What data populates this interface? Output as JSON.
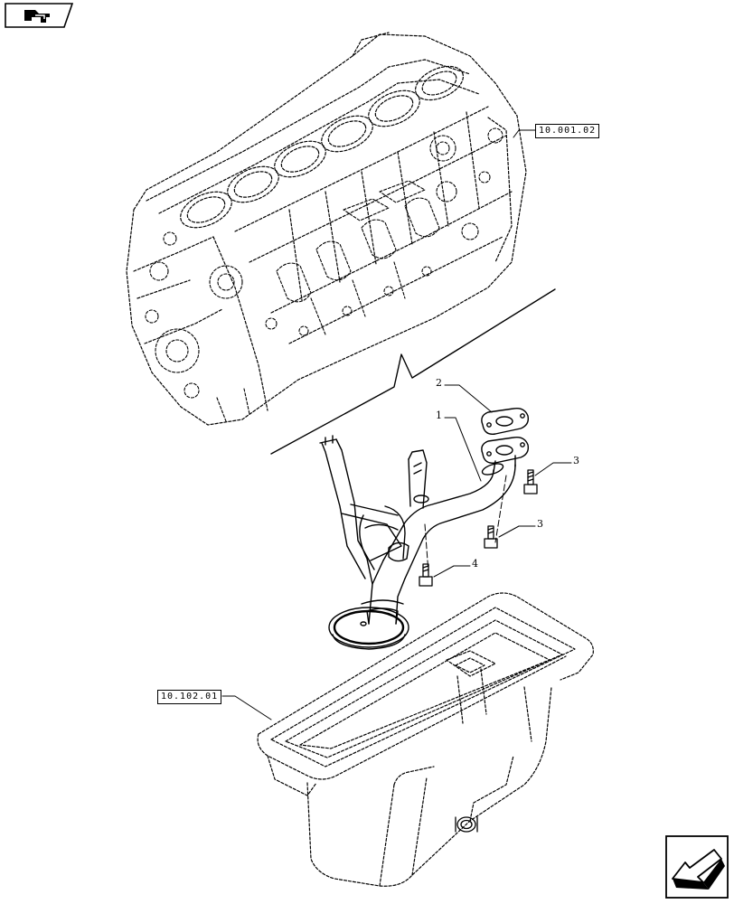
{
  "references": {
    "engine_block": "10.001.02",
    "oil_sump": "10.102.01"
  },
  "callouts": {
    "gasket": "2",
    "suction_pipe": "1",
    "screw_upper": "3",
    "screw_middle": "3",
    "screw_lower": "4"
  },
  "icons": {
    "top_left": "previous-page-icon",
    "bottom_right": "next-page-arrow-icon"
  }
}
